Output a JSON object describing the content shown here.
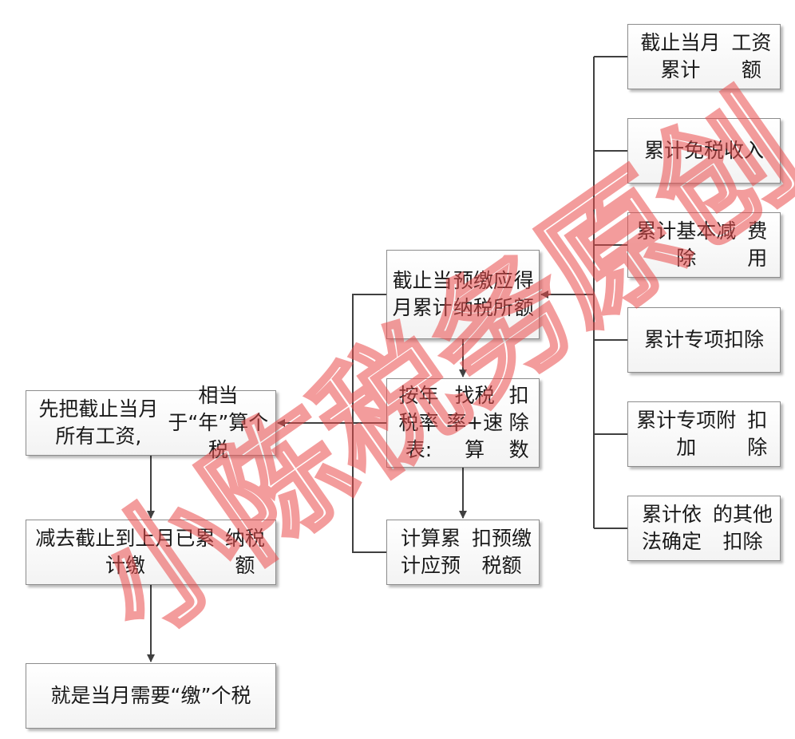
{
  "colors": {
    "line": "#404040",
    "box_border": "#8c8c8c",
    "watermark": "#e94a4a"
  },
  "watermark": "小陈税务原创",
  "nodes": {
    "n_salary": [
      "截止当月累计",
      "工资额"
    ],
    "n_taxfree": [
      "累计免税收入"
    ],
    "n_basic": [
      "累计基本减除",
      "费用"
    ],
    "n_special": [
      "累计专项扣除"
    ],
    "n_special_add": [
      "累计专项附加",
      "扣除"
    ],
    "n_other": [
      "累计依法确定",
      "的其他扣除"
    ],
    "n_taxable": [
      "截止当月累计",
      "预缴应纳税所",
      "得额"
    ],
    "n_rate": [
      "按年税率表:",
      "找税率+速算",
      "扣除数"
    ],
    "n_calc": [
      "计算累计应预",
      "扣预缴税额"
    ],
    "n_year": [
      "先把截止当月所有工资,",
      "相当于“年”算个税"
    ],
    "n_minus": [
      "减去截止到上月已累计缴",
      "纳税额"
    ],
    "n_result": [
      "就是当月需要“缴”个税"
    ]
  }
}
